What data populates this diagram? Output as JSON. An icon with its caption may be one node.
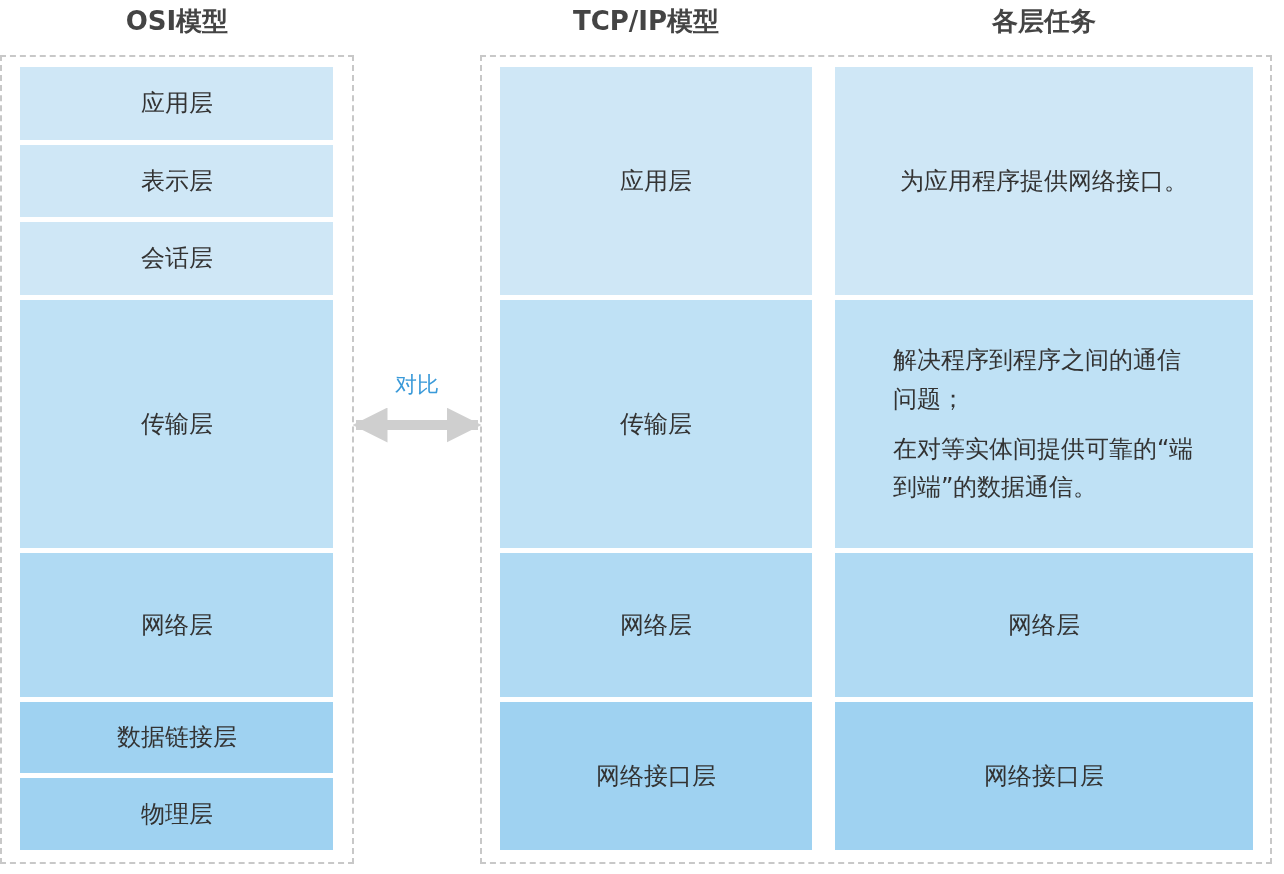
{
  "diagram": {
    "nodes": [
      {
        "text": [
          "OSI模型"
        ]
      },
      {
        "text": [
          "应用层"
        ],
        "in": 0
      },
      {
        "text": [
          "表示层"
        ],
        "in": 0
      },
      {
        "text": [
          "会话层"
        ],
        "in": 0
      },
      {
        "text": [
          "传输层"
        ],
        "in": 0
      },
      {
        "text": [
          "网络层"
        ],
        "in": 0
      },
      {
        "text": [
          "数据链接层"
        ],
        "in": 0
      },
      {
        "text": [
          "物理层"
        ],
        "in": 0
      },
      {
        "text": [
          "TCP/IP模型",
          "各层任务"
        ]
      },
      {
        "text": [
          "应用层"
        ],
        "in": 8
      },
      {
        "text": [
          "为应用程序提供网络接口。"
        ],
        "in": 8
      },
      {
        "text": [
          "传输层"
        ],
        "in": 8
      },
      {
        "text": [
          "解决程序到程序之间的通信问题；",
          "在对等实体间提供可靠的“端到端”的数据通信。"
        ],
        "in": 8
      },
      {
        "text": [
          "网络层"
        ],
        "in": 8
      },
      {
        "text": [
          "网络层"
        ],
        "in": 8
      },
      {
        "text": [
          "网络接口层"
        ],
        "in": 8
      },
      {
        "text": [
          "网络接口层"
        ],
        "in": 8
      }
    ],
    "edges": [
      {
        "from": 0,
        "to": 8,
        "arrow": "both",
        "label": "对比"
      }
    ]
  }
}
